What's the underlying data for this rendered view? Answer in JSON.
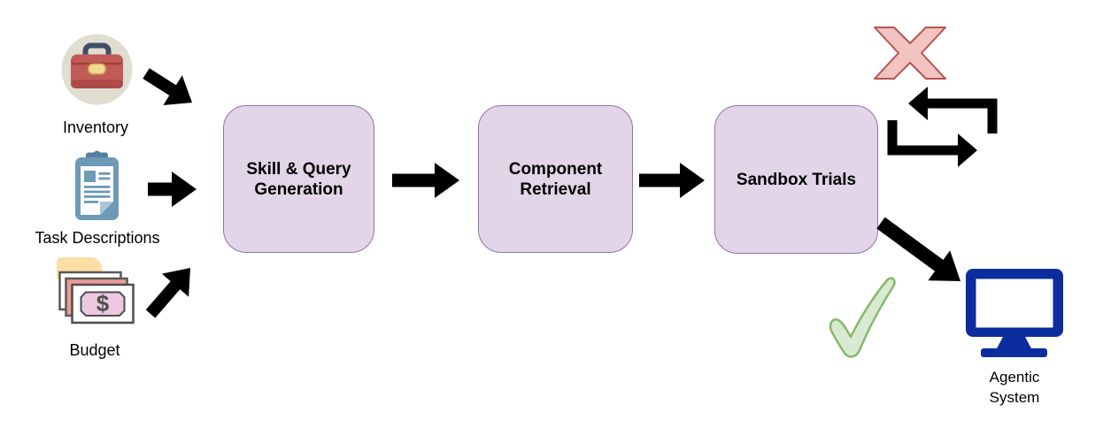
{
  "figure": {
    "type": "flowchart",
    "background": "#ffffff"
  },
  "inputs": [
    {
      "label": "Inventory",
      "icon": "briefcase-icon"
    },
    {
      "label": "Task Descriptions",
      "icon": "clipboard-icon"
    },
    {
      "label": "Budget",
      "icon": "banknotes-icon",
      "currency_symbol": "$"
    }
  ],
  "stages": [
    {
      "label": "Skill & Query\nGeneration"
    },
    {
      "label": "Component\nRetrieval"
    },
    {
      "label": "Sandbox Trials"
    }
  ],
  "outcomes": {
    "failure": {
      "icon": "x-mark-icon",
      "loop_icon": "retry-loop-icon"
    },
    "success": {
      "icon": "checkmark-icon",
      "target_icon": "monitor-icon",
      "target_label": "Agentic\nSystem"
    }
  },
  "colors": {
    "stage_fill": "#e1d5e7",
    "stage_border": "#9673a6",
    "arrow_black": "#000000",
    "x_mark_fill": "#f2c3c1",
    "x_mark_stroke": "#b85450",
    "check_fill": "#d9ead3",
    "check_stroke": "#85b96a",
    "monitor_blue": "#0c2d9e"
  }
}
